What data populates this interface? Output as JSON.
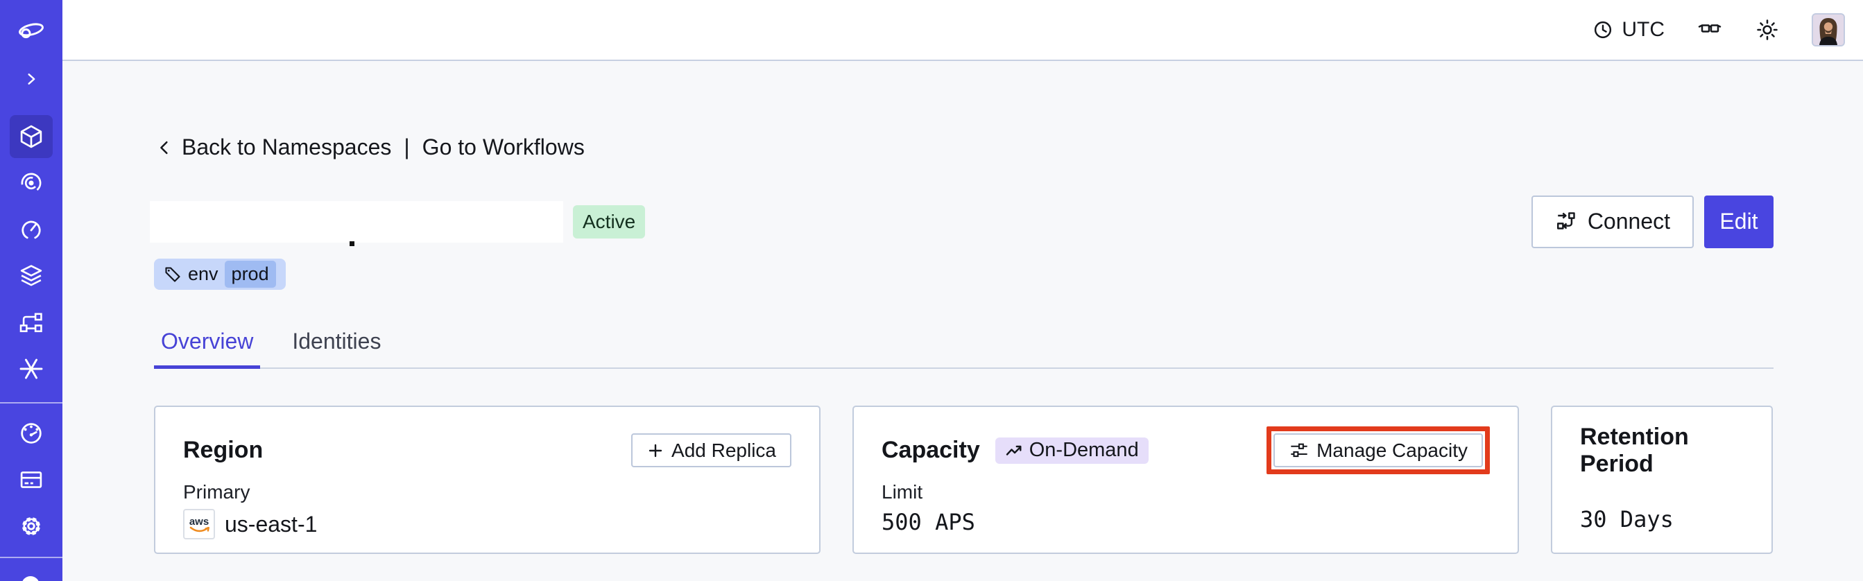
{
  "topbar": {
    "timezone": "UTC"
  },
  "breadcrumb": {
    "back_label": "Back to Namespaces",
    "separator": "|",
    "workflows_label": "Go to Workflows"
  },
  "namespace": {
    "status": "Active",
    "tag_key": "env",
    "tag_value": "prod",
    "connect_label": "Connect",
    "edit_label": "Edit"
  },
  "tabs": [
    {
      "label": "Overview",
      "active": true
    },
    {
      "label": "Identities",
      "active": false
    }
  ],
  "cards": {
    "region": {
      "title": "Region",
      "action_label": "Add Replica",
      "field_label": "Primary",
      "provider": "aws",
      "value": "us-east-1"
    },
    "capacity": {
      "title": "Capacity",
      "badge": "On-Demand",
      "action_label": "Manage Capacity",
      "field_label": "Limit",
      "value": "500 APS"
    },
    "retention": {
      "title": "Retention Period",
      "value": "30 Days"
    }
  },
  "sidebar": {
    "active_item": "namespaces",
    "items": [
      "temporal-logo",
      "expand",
      "namespaces",
      "workflows",
      "schedules",
      "batch-operations",
      "deployments",
      "nexus",
      "usage",
      "billing",
      "settings"
    ]
  },
  "colors": {
    "accent": "#4945e0",
    "accent_active": "#3c38c0",
    "page_bg": "#f7f8fa",
    "topbar_border": "#c7d0e2",
    "card_border": "#c2ccdd",
    "btn_border": "#bcc7db",
    "badge_active_bg": "#c9f0d5",
    "tag_bg": "#c7d7fa",
    "tag_chip_bg": "#9fbbf2",
    "ondemand_bg": "#e6defa",
    "annotation": "#e23b1c",
    "tab_active": "#4743d6",
    "text": "#16181d"
  }
}
